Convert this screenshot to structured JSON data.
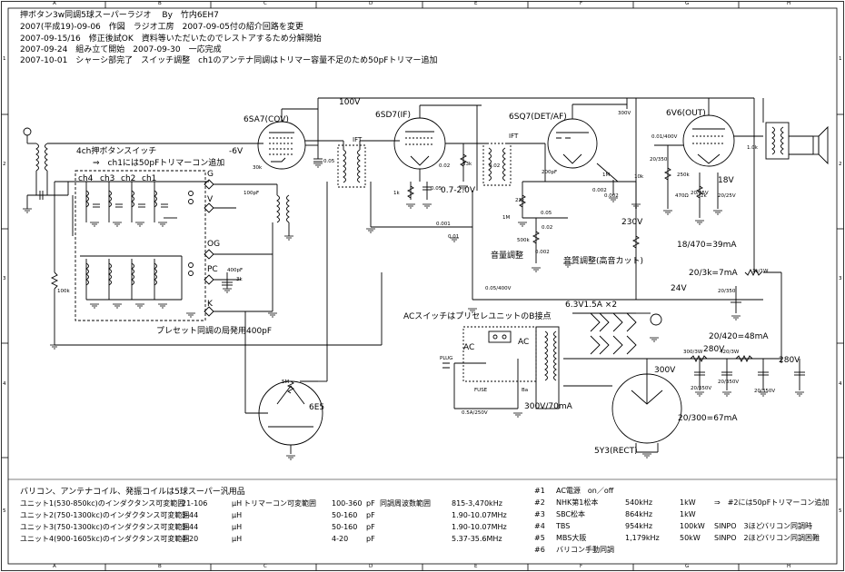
{
  "header": {
    "lines": [
      "押ボタン3w同調5球スーパーラジオ　 By　竹内6EH7",
      "2007(平成19)-09-06　作図　ラジオ工房　2007-09-05付の紹介回路を変更",
      "2007-09-15/16　修正後試OK　資料等いただいたのでレストアするため分解開始",
      "2007-09-24　組み立て開始　2007-09-30　一応完成",
      "2007-10-01　シャーシ部完了　スイッチ調整　ch1のアンテナ同調はトリマー容量不足のため50pFトリマー追加"
    ]
  },
  "border": {
    "top_labels": [
      "A",
      "B",
      "C",
      "D",
      "E",
      "F",
      "G",
      "H"
    ],
    "side_labels": [
      "1",
      "2",
      "3",
      "4",
      "5"
    ]
  },
  "tubes": {
    "v1": "6SA7(COV)",
    "v2": "6SD7(IF)",
    "v3": "6SQ7(DET/AF)",
    "v4": "6V6(OUT)",
    "v5": "6E5",
    "rect": "5Y3(RECT)"
  },
  "schematic_labels": {
    "b100v": "100V",
    "minus6v": "-6V",
    "if1": "IFT",
    "if2": "IFT",
    "pushswitch": "4ch押ボタンスイッチ",
    "trimmer_note": "⇒　ch1には50pFトリマーコン追加",
    "ch4": "ch4",
    "ch3": "ch3",
    "ch2": "ch2",
    "ch1": "ch1",
    "g": "G",
    "v": "V",
    "og": "OG",
    "pc": "PC",
    "k": "K",
    "preset": "プレセット同調の局発用400pF",
    "v07": "0.7-2.0V",
    "v230": "230V",
    "vol": "音量調整",
    "tone": "音質調整(高音カット)",
    "v18": "18V",
    "i39": "18/470=39mA",
    "i7": "20/3k=7mA",
    "v24": "24V",
    "acswitch": "ACスイッチはプリセレユニットのB接点",
    "ac1": "AC",
    "ac2": "AC",
    "heater": "6.3V1.5A ×2",
    "i48": "20/420=48mA",
    "v280a": "280V",
    "v280b": "280V",
    "v300": "300V",
    "v300_70": "300V/70mA",
    "i67": "20/300=67mA",
    "plug": "PLUG",
    "fuse": "FUSE",
    "fuse_rating": "0.5A/250V",
    "r_labels": [
      "30k",
      "100pF",
      "0.05",
      "0.02",
      "1k",
      "33k",
      "0.05",
      "22k",
      "0.02",
      "1M",
      "0.05",
      "500k",
      "0.002",
      "1M",
      "10k",
      "250k",
      "0.002",
      "470Ω",
      "20/25V",
      "2k",
      "1.0k",
      "100k",
      "20/25V",
      "3k/1W",
      "20/350",
      "0.05/400V",
      "20/350V",
      "20/350V",
      "20/350V",
      "300/3W",
      "420/3W",
      "0.01/400V",
      "0.02",
      "200pF",
      "0.002",
      "0.01",
      "0.001",
      "400pF",
      "5M",
      "3k",
      "20/350",
      "Ba",
      "300V"
    ]
  },
  "parts_table": {
    "title": "バリコン、アンテナコイル、発振コイルは5球スーパー汎用品",
    "rows": [
      [
        "ユニット1(530-850kc)のインダクタンス可変範囲",
        "21-106",
        "μH",
        "トリマーコン可変範囲",
        "100-360",
        "pF",
        "同調周波数範囲",
        "815-3,470kHz"
      ],
      [
        "ユニット2(750-1300kc)のインダクタンス可変範囲",
        "5-44",
        "μH",
        "",
        "50-160",
        "pF",
        "",
        "1.90-10.07MHz"
      ],
      [
        "ユニット3(750-1300kc)のインダクタンス可変範囲",
        "5-44",
        "μH",
        "",
        "50-160",
        "pF",
        "",
        "1.90-10.07MHz"
      ],
      [
        "ユニット4(900-1605kc)のインダクタンス可変範囲",
        "4-20",
        "μH",
        "",
        "4-20",
        "pF",
        "",
        "5.37-35.6MHz"
      ]
    ]
  },
  "station_table": {
    "rows": [
      [
        "#1",
        "AC電源　on／off",
        "",
        "",
        "",
        ""
      ],
      [
        "#2",
        "NHK第1松本",
        "540kHz",
        "1kW",
        "⇒　#2には50pFトリマーコン追加",
        ""
      ],
      [
        "#3",
        "SBC松本",
        "864kHz",
        "1kW",
        "",
        ""
      ],
      [
        "#4",
        "TBS",
        "954kHz",
        "100kW",
        "SINPO　3ほど",
        "バリコン同調時"
      ],
      [
        "#5",
        "MBS大阪",
        "1,179kHz",
        "50kW",
        "SINPO　2ほど",
        "バリコン同調困難"
      ],
      [
        "#6",
        "バリコン手動同調",
        "",
        "",
        "",
        ""
      ]
    ]
  }
}
